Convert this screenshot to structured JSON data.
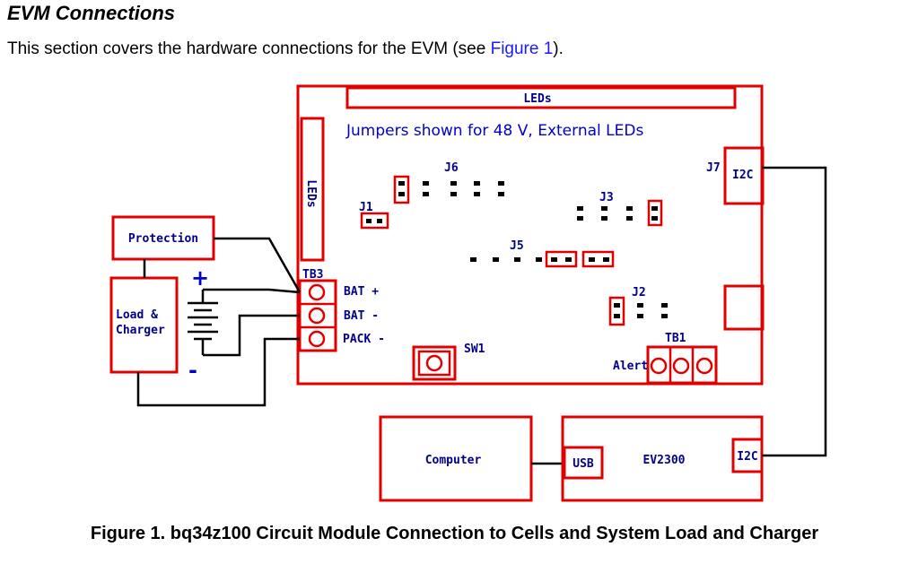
{
  "section": {
    "heading": "EVM Connections",
    "intro_before": "This section covers the hardware connections for the EVM (see ",
    "intro_link": "Figure 1",
    "intro_after": ")."
  },
  "diagram": {
    "leds_top": "LEDs",
    "leds_side": "LEDs",
    "jumper_note": "Jumpers shown for 48 V, External LEDs",
    "j1": "J1",
    "j2": "J2",
    "j3": "J3",
    "j5": "J5",
    "j6": "J6",
    "j7": "J7",
    "i2c_board": "I2C",
    "tb3": "TB3",
    "bat_plus": "BAT +",
    "bat_minus": "BAT -",
    "pack_minus": "PACK -",
    "sw1": "SW1",
    "tb1": "TB1",
    "alert": "Alert",
    "protection": "Protection",
    "load_charger_1": "Load &",
    "load_charger_2": "Charger",
    "plus_sign": "+",
    "minus_sign": "-",
    "computer": "Computer",
    "usb": "USB",
    "ev2300": "EV2300",
    "i2c_ev": "I2C",
    "colors": {
      "board": "#e00000",
      "label": "#00008b",
      "note": "#0000cc",
      "wire": "#000000"
    }
  },
  "caption": "Figure 1. bq34z100 Circuit Module Connection to Cells and System Load and Charger"
}
